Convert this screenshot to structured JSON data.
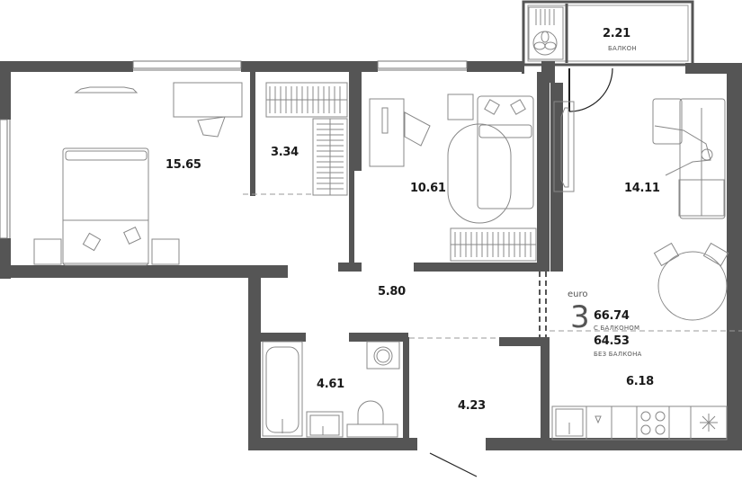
{
  "plan": {
    "type": "euro",
    "rooms_count": "3",
    "total_with_balcony": "66.74",
    "total_with_balcony_label": "С БАЛКОНОМ",
    "total_without_balcony": "64.53",
    "total_without_balcony_label": "БЕЗ БАЛКОНА"
  },
  "rooms": {
    "bedroom": {
      "area": "15.65"
    },
    "wardrobe": {
      "area": "3.34"
    },
    "kids_room": {
      "area": "10.61"
    },
    "living_room": {
      "area": "14.11"
    },
    "hallway": {
      "area": "5.80"
    },
    "bathroom": {
      "area": "4.61"
    },
    "entrance": {
      "area": "4.23"
    },
    "kitchen": {
      "area": "6.18"
    },
    "balcony": {
      "area": "2.21",
      "label": "БАЛКОН"
    }
  },
  "colors": {
    "wall": "#555555",
    "furniture_line": "#8a8a8a",
    "text": "#1a1a1a",
    "muted_text": "#555555"
  }
}
